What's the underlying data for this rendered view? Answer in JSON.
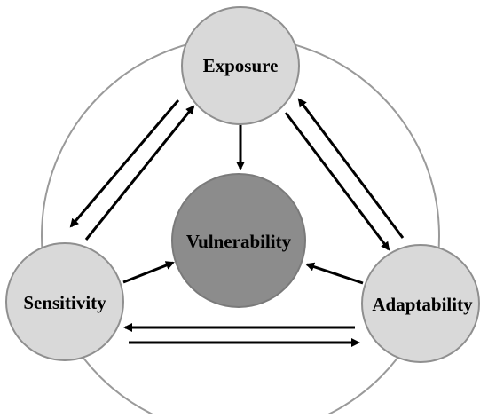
{
  "diagram": {
    "nodes": {
      "exposure": {
        "label": "Exposure"
      },
      "vulnerability": {
        "label": "Vulnerability"
      },
      "sensitivity": {
        "label": "Sensitivity"
      },
      "adaptability": {
        "label": "Adaptability"
      }
    },
    "colors": {
      "outer_node_fill": "#d9d9d9",
      "center_node_fill": "#8c8c8c",
      "node_stroke": "#8f8f8f",
      "ring_stroke": "#9a9a9a",
      "arrow": "#000000",
      "text": "#000000"
    }
  }
}
